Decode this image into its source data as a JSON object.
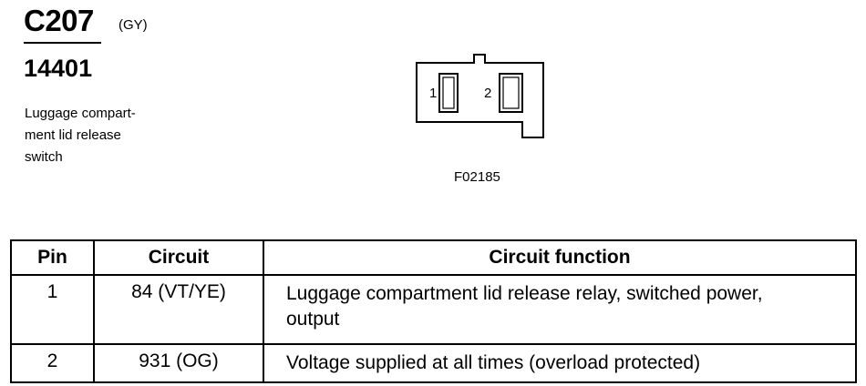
{
  "connector": {
    "id": "C207",
    "color": "(GY)",
    "part_number": "14401",
    "description": "Luggage compart- ment lid release switch",
    "description_lines": [
      "Luggage compart-",
      "ment lid release",
      "switch"
    ]
  },
  "figure": {
    "pin_labels": [
      "1",
      "2"
    ],
    "code": "F02185"
  },
  "table": {
    "headers": [
      "Pin",
      "Circuit",
      "Circuit function"
    ],
    "rows": [
      {
        "pin": "1",
        "circuit": "84 (VT/YE)",
        "function_lines": [
          "Luggage compartment lid release relay, switched power,",
          "output"
        ]
      },
      {
        "pin": "2",
        "circuit": "931 (OG)",
        "function_lines": [
          "Voltage supplied at all times (overload protected)"
        ]
      }
    ]
  }
}
